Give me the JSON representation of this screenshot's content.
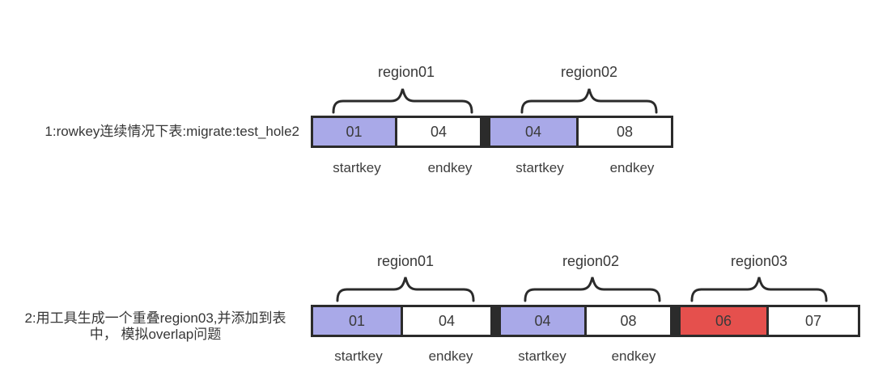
{
  "colors": {
    "purple": "#a9a9e8",
    "red": "#e5504d",
    "white": "#ffffff",
    "border": "#2b2b2b",
    "text": "#383838"
  },
  "rows": [
    {
      "label_lines": [
        "1:rowkey连续情况下表:migrate:test_hole2"
      ],
      "regions": [
        {
          "name": "region01",
          "cells": [
            {
              "value": "01",
              "color": "#a9a9e8"
            },
            {
              "value": "04",
              "color": "#ffffff"
            }
          ],
          "keys": [
            "startkey",
            "endkey"
          ]
        },
        {
          "name": "region02",
          "cells": [
            {
              "value": "04",
              "color": "#a9a9e8"
            },
            {
              "value": "08",
              "color": "#ffffff"
            }
          ],
          "keys": [
            "startkey",
            "endkey"
          ]
        }
      ]
    },
    {
      "label_lines": [
        "2:用工具生成一个重叠region03,并添加到表",
        "中， 模拟overlap问题"
      ],
      "regions": [
        {
          "name": "region01",
          "cells": [
            {
              "value": "01",
              "color": "#a9a9e8"
            },
            {
              "value": "04",
              "color": "#ffffff"
            }
          ],
          "keys": [
            "startkey",
            "endkey"
          ]
        },
        {
          "name": "region02",
          "cells": [
            {
              "value": "04",
              "color": "#a9a9e8"
            },
            {
              "value": "08",
              "color": "#ffffff"
            }
          ],
          "keys": [
            "startkey",
            "endkey"
          ]
        },
        {
          "name": "region03",
          "cells": [
            {
              "value": "06",
              "color": "#e5504d"
            },
            {
              "value": "07",
              "color": "#ffffff"
            }
          ],
          "keys": []
        }
      ]
    }
  ]
}
